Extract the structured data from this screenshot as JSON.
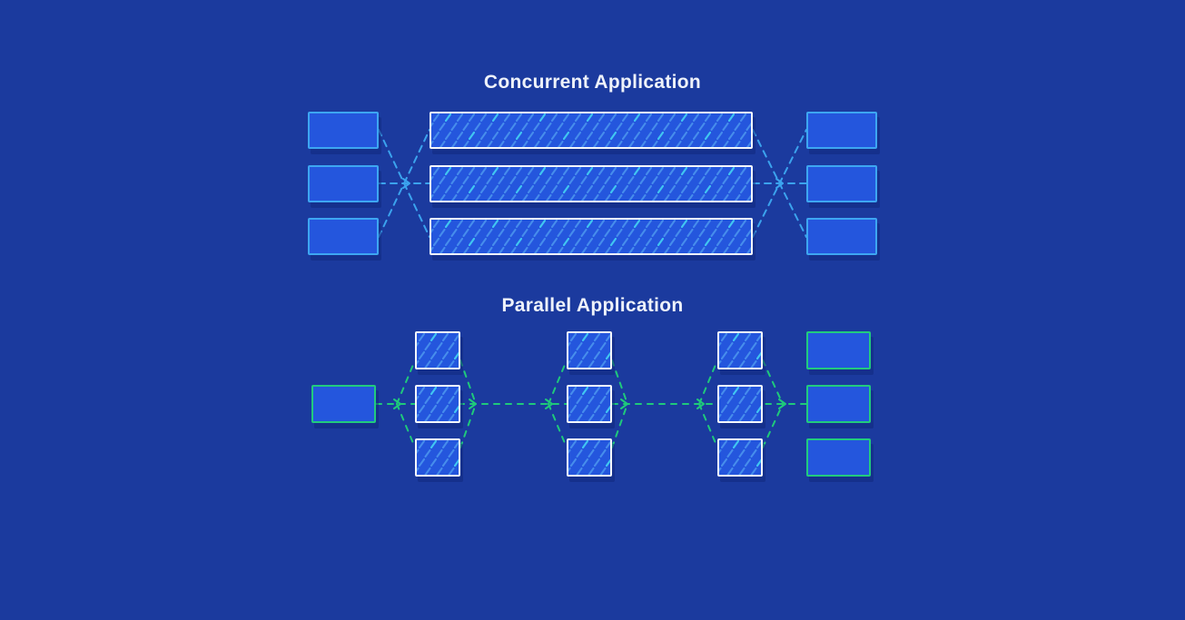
{
  "sections": {
    "concurrent": {
      "title": "Concurrent Application",
      "input_boxes": 3,
      "thread_bars": 3,
      "output_boxes": 3
    },
    "parallel": {
      "title": "Parallel Application",
      "input_boxes": 1,
      "worker_groups": 3,
      "workers_per_group": 3,
      "output_boxes": 3
    }
  },
  "colors": {
    "background": "#1b3a9e",
    "box_fill": "#2456dd",
    "border_blue": "#3da6f2",
    "border_white": "#f4f7fc",
    "border_green": "#21cb7e",
    "dash_blue": "#3ba3ee",
    "dash_green": "#1fc97b",
    "hatch_blue": "#4f9bf0",
    "hatch_cyan": "#3ecdf2",
    "title": "#eef2fa",
    "shadow": "#0f257a80"
  },
  "icons": {
    "arrowhead": "chevron-right"
  }
}
